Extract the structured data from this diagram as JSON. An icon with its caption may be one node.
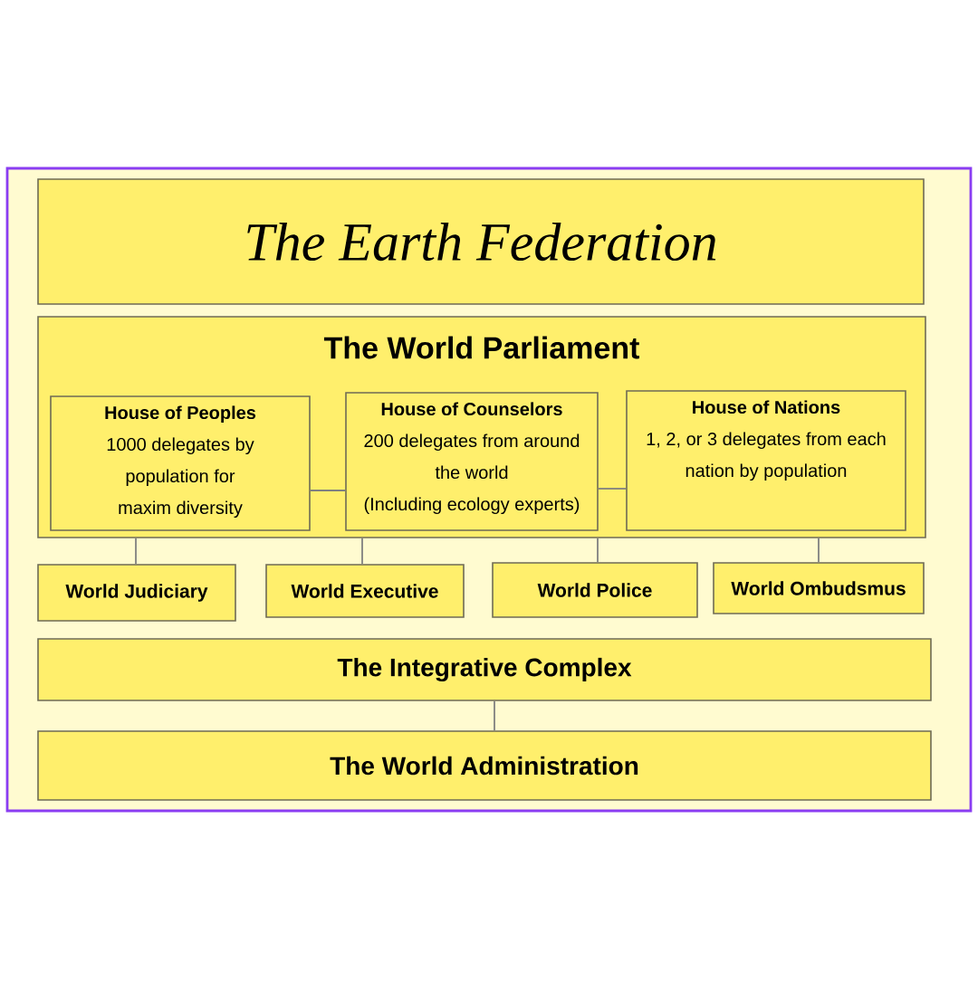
{
  "diagram": {
    "nodes": [
      {
        "text": [
          "The Earth Federation"
        ]
      },
      {
        "text": [
          "The World Parliament"
        ]
      },
      {
        "text": [
          "House of Peoples",
          "1000 delegates by population for maxim diversity"
        ],
        "in": 1
      },
      {
        "text": [
          "House of Counselors",
          "200 delegates from around the world",
          "(Including ecology experts)"
        ],
        "in": 1
      },
      {
        "text": [
          "House of Nations",
          "1, 2, or 3 delegates from each nation by population"
        ],
        "in": 1
      },
      {
        "text": [
          "World Judiciary"
        ]
      },
      {
        "text": [
          "World Executive"
        ]
      },
      {
        "text": [
          "World Police"
        ]
      },
      {
        "text": [
          "World Ombudsmus"
        ]
      },
      {
        "text": [
          "The Integrative Complex"
        ]
      },
      {
        "text": [
          "The World Administration"
        ]
      }
    ],
    "edges": [
      {
        "from": 2,
        "to": 3,
        "arrow": "none"
      },
      {
        "from": 3,
        "to": 4,
        "arrow": "none"
      },
      {
        "from": 1,
        "to": 5,
        "arrow": "none"
      },
      {
        "from": 1,
        "to": 6,
        "arrow": "none"
      },
      {
        "from": 1,
        "to": 7,
        "arrow": "none"
      },
      {
        "from": 1,
        "to": 8,
        "arrow": "none"
      },
      {
        "from": 9,
        "to": 10,
        "arrow": "none"
      }
    ]
  }
}
